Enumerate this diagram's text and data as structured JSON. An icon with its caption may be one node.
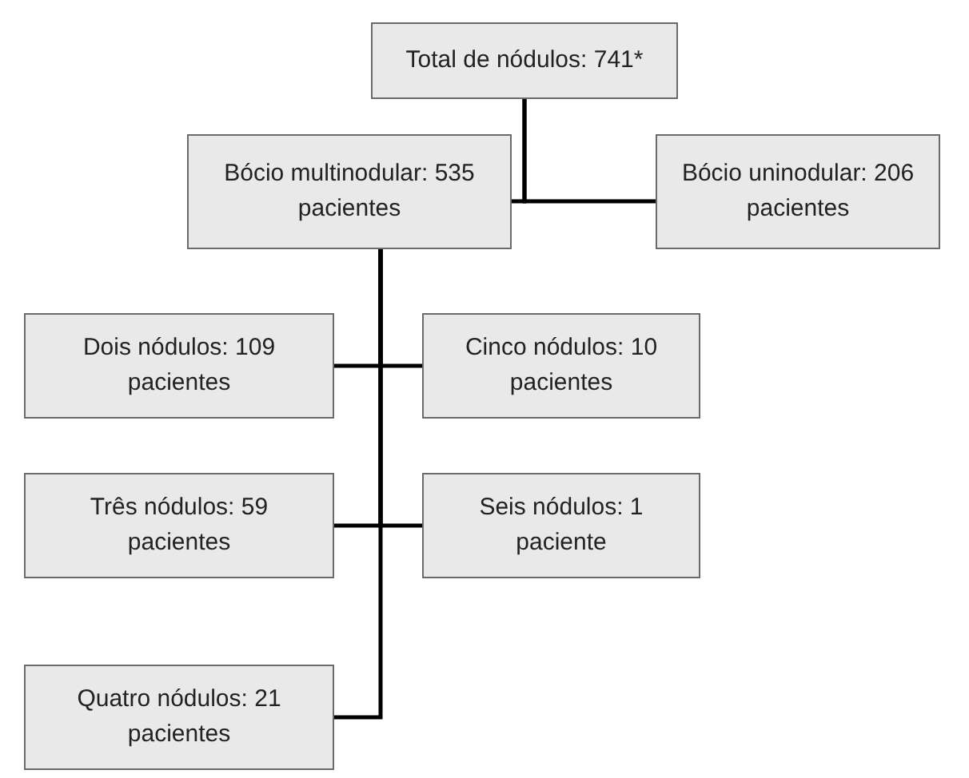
{
  "diagram": {
    "nodes": [
      {
        "text": [
          "Total de nódulos: 741*"
        ]
      },
      {
        "text": [
          "Bócio multinodular: 535 pacientes"
        ]
      },
      {
        "text": [
          "Bócio uninodular: 206 pacientes"
        ]
      },
      {
        "text": [
          "Dois nódulos: 109 pacientes"
        ]
      },
      {
        "text": [
          "Cinco nódulos: 10 pacientes"
        ]
      },
      {
        "text": [
          "Três nódulos: 59 pacientes"
        ]
      },
      {
        "text": [
          "Seis nódulos: 1 paciente"
        ]
      },
      {
        "text": [
          "Quatro nódulos: 21 pacientes"
        ]
      }
    ],
    "edges": [
      {
        "from": 0,
        "to": 1,
        "arrow": "none"
      },
      {
        "from": 0,
        "to": 2,
        "arrow": "none"
      },
      {
        "from": 1,
        "to": 3,
        "arrow": "none"
      },
      {
        "from": 1,
        "to": 4,
        "arrow": "none"
      },
      {
        "from": 1,
        "to": 5,
        "arrow": "none"
      },
      {
        "from": 1,
        "to": 6,
        "arrow": "none"
      },
      {
        "from": 1,
        "to": 7,
        "arrow": "none"
      }
    ]
  }
}
